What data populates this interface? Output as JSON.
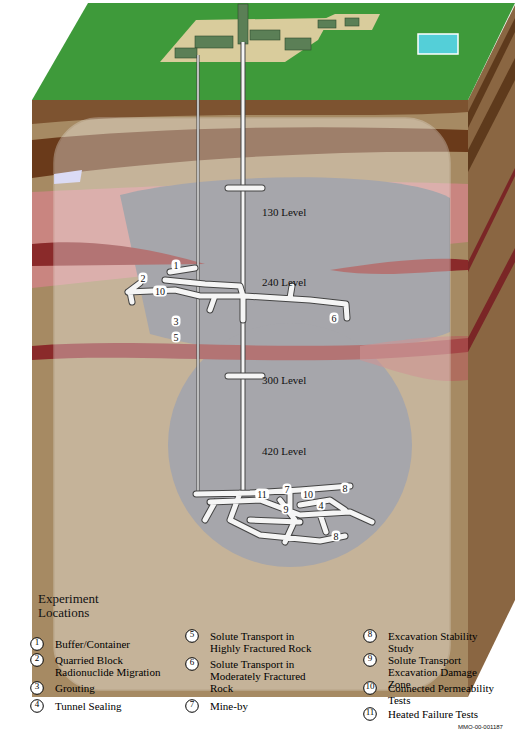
{
  "diagram": {
    "nodes": [
      {
        "text": [
          "1",
          "Buffer/Container"
        ]
      },
      {
        "text": [
          "2",
          "Quarried Block Radionuclide Migration"
        ]
      },
      {
        "text": [
          "3",
          "Grouting"
        ]
      },
      {
        "text": [
          "4",
          "Tunnel Sealing"
        ]
      },
      {
        "text": [
          "5",
          "Solute Transport in Highly Fractured Rock"
        ]
      },
      {
        "text": [
          "6",
          "Solute Transport in Moderately Fractured Rock"
        ]
      },
      {
        "text": [
          "7",
          "Mine-by"
        ]
      },
      {
        "text": [
          "8",
          "Excavation Stability Study"
        ]
      },
      {
        "text": [
          "9",
          "Solute Transport Excavation Damage Zone"
        ]
      },
      {
        "text": [
          "10",
          "Connected Permeability Tests"
        ]
      },
      {
        "text": [
          "11",
          "Heated Failure Tests"
        ]
      }
    ],
    "labels": [
      "130 Level",
      "1",
      "240 Level",
      "2",
      "10",
      "6",
      "3",
      "5",
      "300 Level",
      "420 Level",
      "11",
      "7",
      "10",
      "8",
      "9",
      "4",
      "8",
      "Experiment Locations",
      "MMO-00-001187"
    ]
  }
}
